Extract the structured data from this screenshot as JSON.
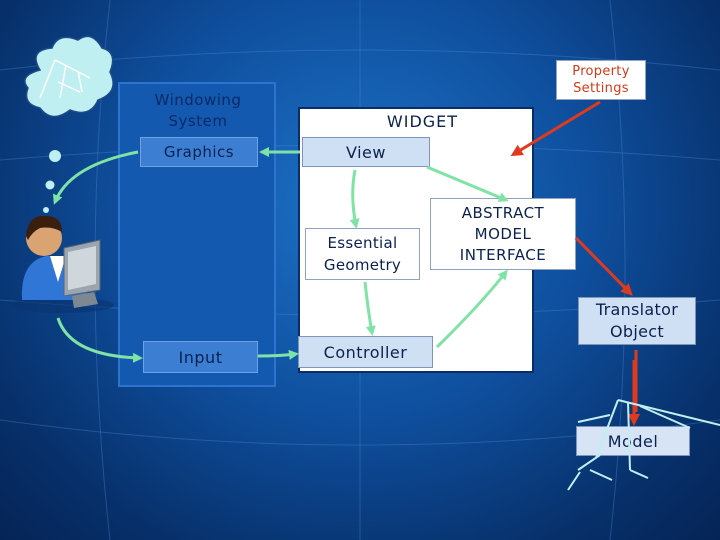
{
  "labels": {
    "windowing_system": "Windowing\nSystem",
    "graphics": "Graphics",
    "input": "Input",
    "widget": "WIDGET",
    "view": "View",
    "essential_geometry": "Essential\nGeometry",
    "controller": "Controller",
    "abstract_model_interface": "ABSTRACT\nMODEL\nINTERFACE",
    "property_settings": "Property\nSettings",
    "translator_object": "Translator\nObject",
    "model": "Model"
  },
  "colors": {
    "arrow_green": "#7fe3a6",
    "arrow_red": "#e03a1e",
    "background": "#0f4f9e"
  },
  "icons": [
    "thought-cloud-icon",
    "user-at-computer-icon",
    "tree-structure-icon"
  ]
}
